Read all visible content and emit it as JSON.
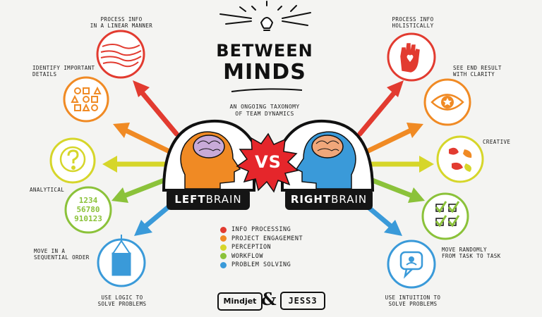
{
  "header": {
    "title_line1": "BETWEEN",
    "title_line2": "MINDS",
    "subtitle_line1": "AN ONGOING TAXONOMY",
    "subtitle_line2": "OF TEAM DYNAMICS"
  },
  "center": {
    "vs": "VS",
    "left_brain_bold": "LEFT",
    "left_brain_thin": "BRAIN",
    "right_brain_bold": "RIGHT",
    "right_brain_thin": "BRAIN"
  },
  "left_traits": [
    {
      "line1": "PROCESS INFO",
      "line2": "IN A LINEAR MANNER"
    },
    {
      "line1": "IDENTIFY IMPORTANT",
      "line2": "DETAILS"
    },
    {
      "line1": "ANALYTICAL",
      "line2": ""
    },
    {
      "line1": "MOVE IN A",
      "line2": "SEQUENTIAL ORDER"
    },
    {
      "line1": "USE LOGIC TO",
      "line2": "SOLVE PROBLEMS"
    }
  ],
  "right_traits": [
    {
      "line1": "PROCESS INFO",
      "line2": "HOLISTICALLY"
    },
    {
      "line1": "SEE END RESULT",
      "line2": "WITH CLARITY"
    },
    {
      "line1": "CREATIVE",
      "line2": ""
    },
    {
      "line1": "MOVE RANDOMLY",
      "line2": "FROM TASK TO TASK"
    },
    {
      "line1": "USE INTUITION TO",
      "line2": "SOLVE PROBLEMS"
    }
  ],
  "numbers_icon": {
    "row1": "1234",
    "row2": "56780",
    "row3": "910123"
  },
  "legend": [
    {
      "label": "INFO PROCESSING",
      "color": "#e23b30"
    },
    {
      "label": "PROJECT ENGAGEMENT",
      "color": "#f08a24"
    },
    {
      "label": "PERCEPTION",
      "color": "#d6d62a"
    },
    {
      "label": "WORKFLOW",
      "color": "#8bc23a"
    },
    {
      "label": "PROBLEM SOLVING",
      "color": "#3a9ad9"
    }
  ],
  "footer": {
    "logo_left": "Mindjet",
    "ampersand": "&",
    "logo_right": "JESS3"
  },
  "colors": {
    "red": "#e23b30",
    "orange": "#f08a24",
    "yellow": "#d6d62a",
    "green": "#8bc23a",
    "blue": "#3a9ad9",
    "starburst": "#e5262b",
    "left_head": "#f08a24",
    "right_head": "#3a9ad9"
  },
  "icons": {
    "left": [
      "linear-lines-icon",
      "shapes-grid-icon",
      "question-mark-icon",
      "numbers-icon",
      "pencil-icon"
    ],
    "right": [
      "hand-heart-icon",
      "eye-icon",
      "paint-splash-icon",
      "checkmarks-icon",
      "speech-bubble-icon"
    ],
    "top": "lightbulb-icon"
  }
}
